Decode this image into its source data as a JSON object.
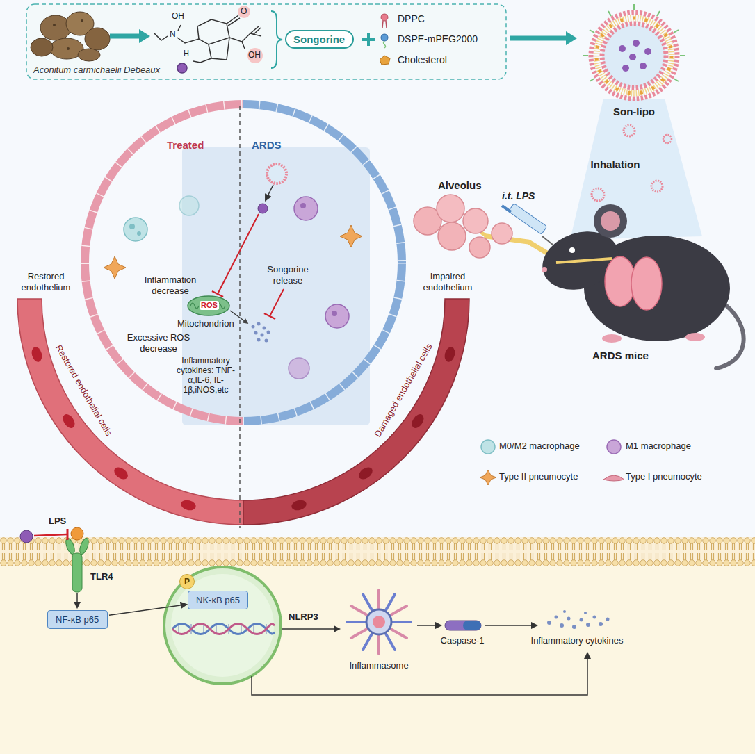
{
  "diagram": {
    "nodes": [
      {
        "text": [
          "Songorine"
        ]
      },
      {
        "text": [
          "NF-κB p65"
        ]
      },
      {
        "text": [
          "NK-κB p65"
        ]
      },
      {
        "text": [
          "P"
        ]
      }
    ],
    "edges": [
      {
        "from": 1,
        "to": 2,
        "arrow": "to"
      }
    ],
    "labels": [
      "Aconitum carmichaelii Debeaux",
      "OH",
      "N",
      "H",
      "O",
      "OH",
      "DPPC",
      "DSPE-mPEG2000",
      "Cholesterol",
      "Son-lipo",
      "Treated",
      "ARDS",
      "Inhalation",
      "i.t. LPS",
      "Alveolus",
      "Inflammation decrease",
      "Songorine release",
      "ROS",
      "Mitochondrion",
      "Excessive ROS decrease",
      "Inflammatory cytokines: TNF-α,IL-6, IL-1β,iNOS,etc",
      "Restored endothelium",
      "Impaired endothelium",
      "ARDS mice",
      "Restored endothelial cells",
      "Damaged endothelial cells",
      "LPS",
      "TLR4",
      "NLRP3",
      "Inflammasome",
      "Caspase-1",
      "Inflammatory cytokines"
    ],
    "legend": [
      {
        "text": "M0/M2 macrophage"
      },
      {
        "text": "M1 macrophage"
      },
      {
        "text": "Type II pneumocyte"
      },
      {
        "text": "Type I pneumocyte"
      }
    ]
  }
}
